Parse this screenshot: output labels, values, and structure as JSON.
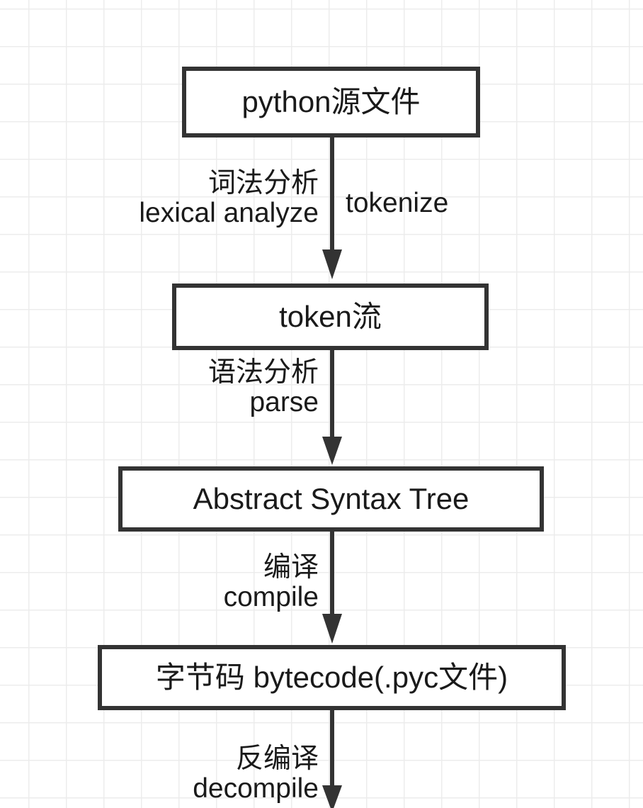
{
  "diagram": {
    "title": "python compilation pipeline flowchart",
    "background": {
      "color": "#ffffff",
      "grid_color": "#ececec",
      "grid_size": 53
    },
    "style": {
      "node_border_color": "#333333",
      "node_fill": "#ffffff",
      "text_color": "#1a1a1a",
      "edge_color": "#333333"
    },
    "nodes": [
      {
        "id": "source",
        "label": "python源文件"
      },
      {
        "id": "tokens",
        "label": "token流"
      },
      {
        "id": "ast",
        "label": "Abstract Syntax Tree"
      },
      {
        "id": "bytecode",
        "label": "字节码 bytecode(.pyc文件)"
      }
    ],
    "edges": [
      {
        "id": "edge-tokenize",
        "from": "source",
        "to": "tokens",
        "label_left_line1": "词法分析",
        "label_left_line2": "lexical analyze",
        "label_right_line1": "tokenize"
      },
      {
        "id": "edge-parse",
        "from": "tokens",
        "to": "ast",
        "label_left_line1": "语法分析",
        "label_left_line2": "parse"
      },
      {
        "id": "edge-compile",
        "from": "ast",
        "to": "bytecode",
        "label_left_line1": "编译",
        "label_left_line2": "compile"
      },
      {
        "id": "edge-decompile",
        "from": "bytecode",
        "to": "(cut off below image edge)",
        "label_left_line1": "反编译",
        "label_left_line2": "decompile"
      }
    ]
  }
}
